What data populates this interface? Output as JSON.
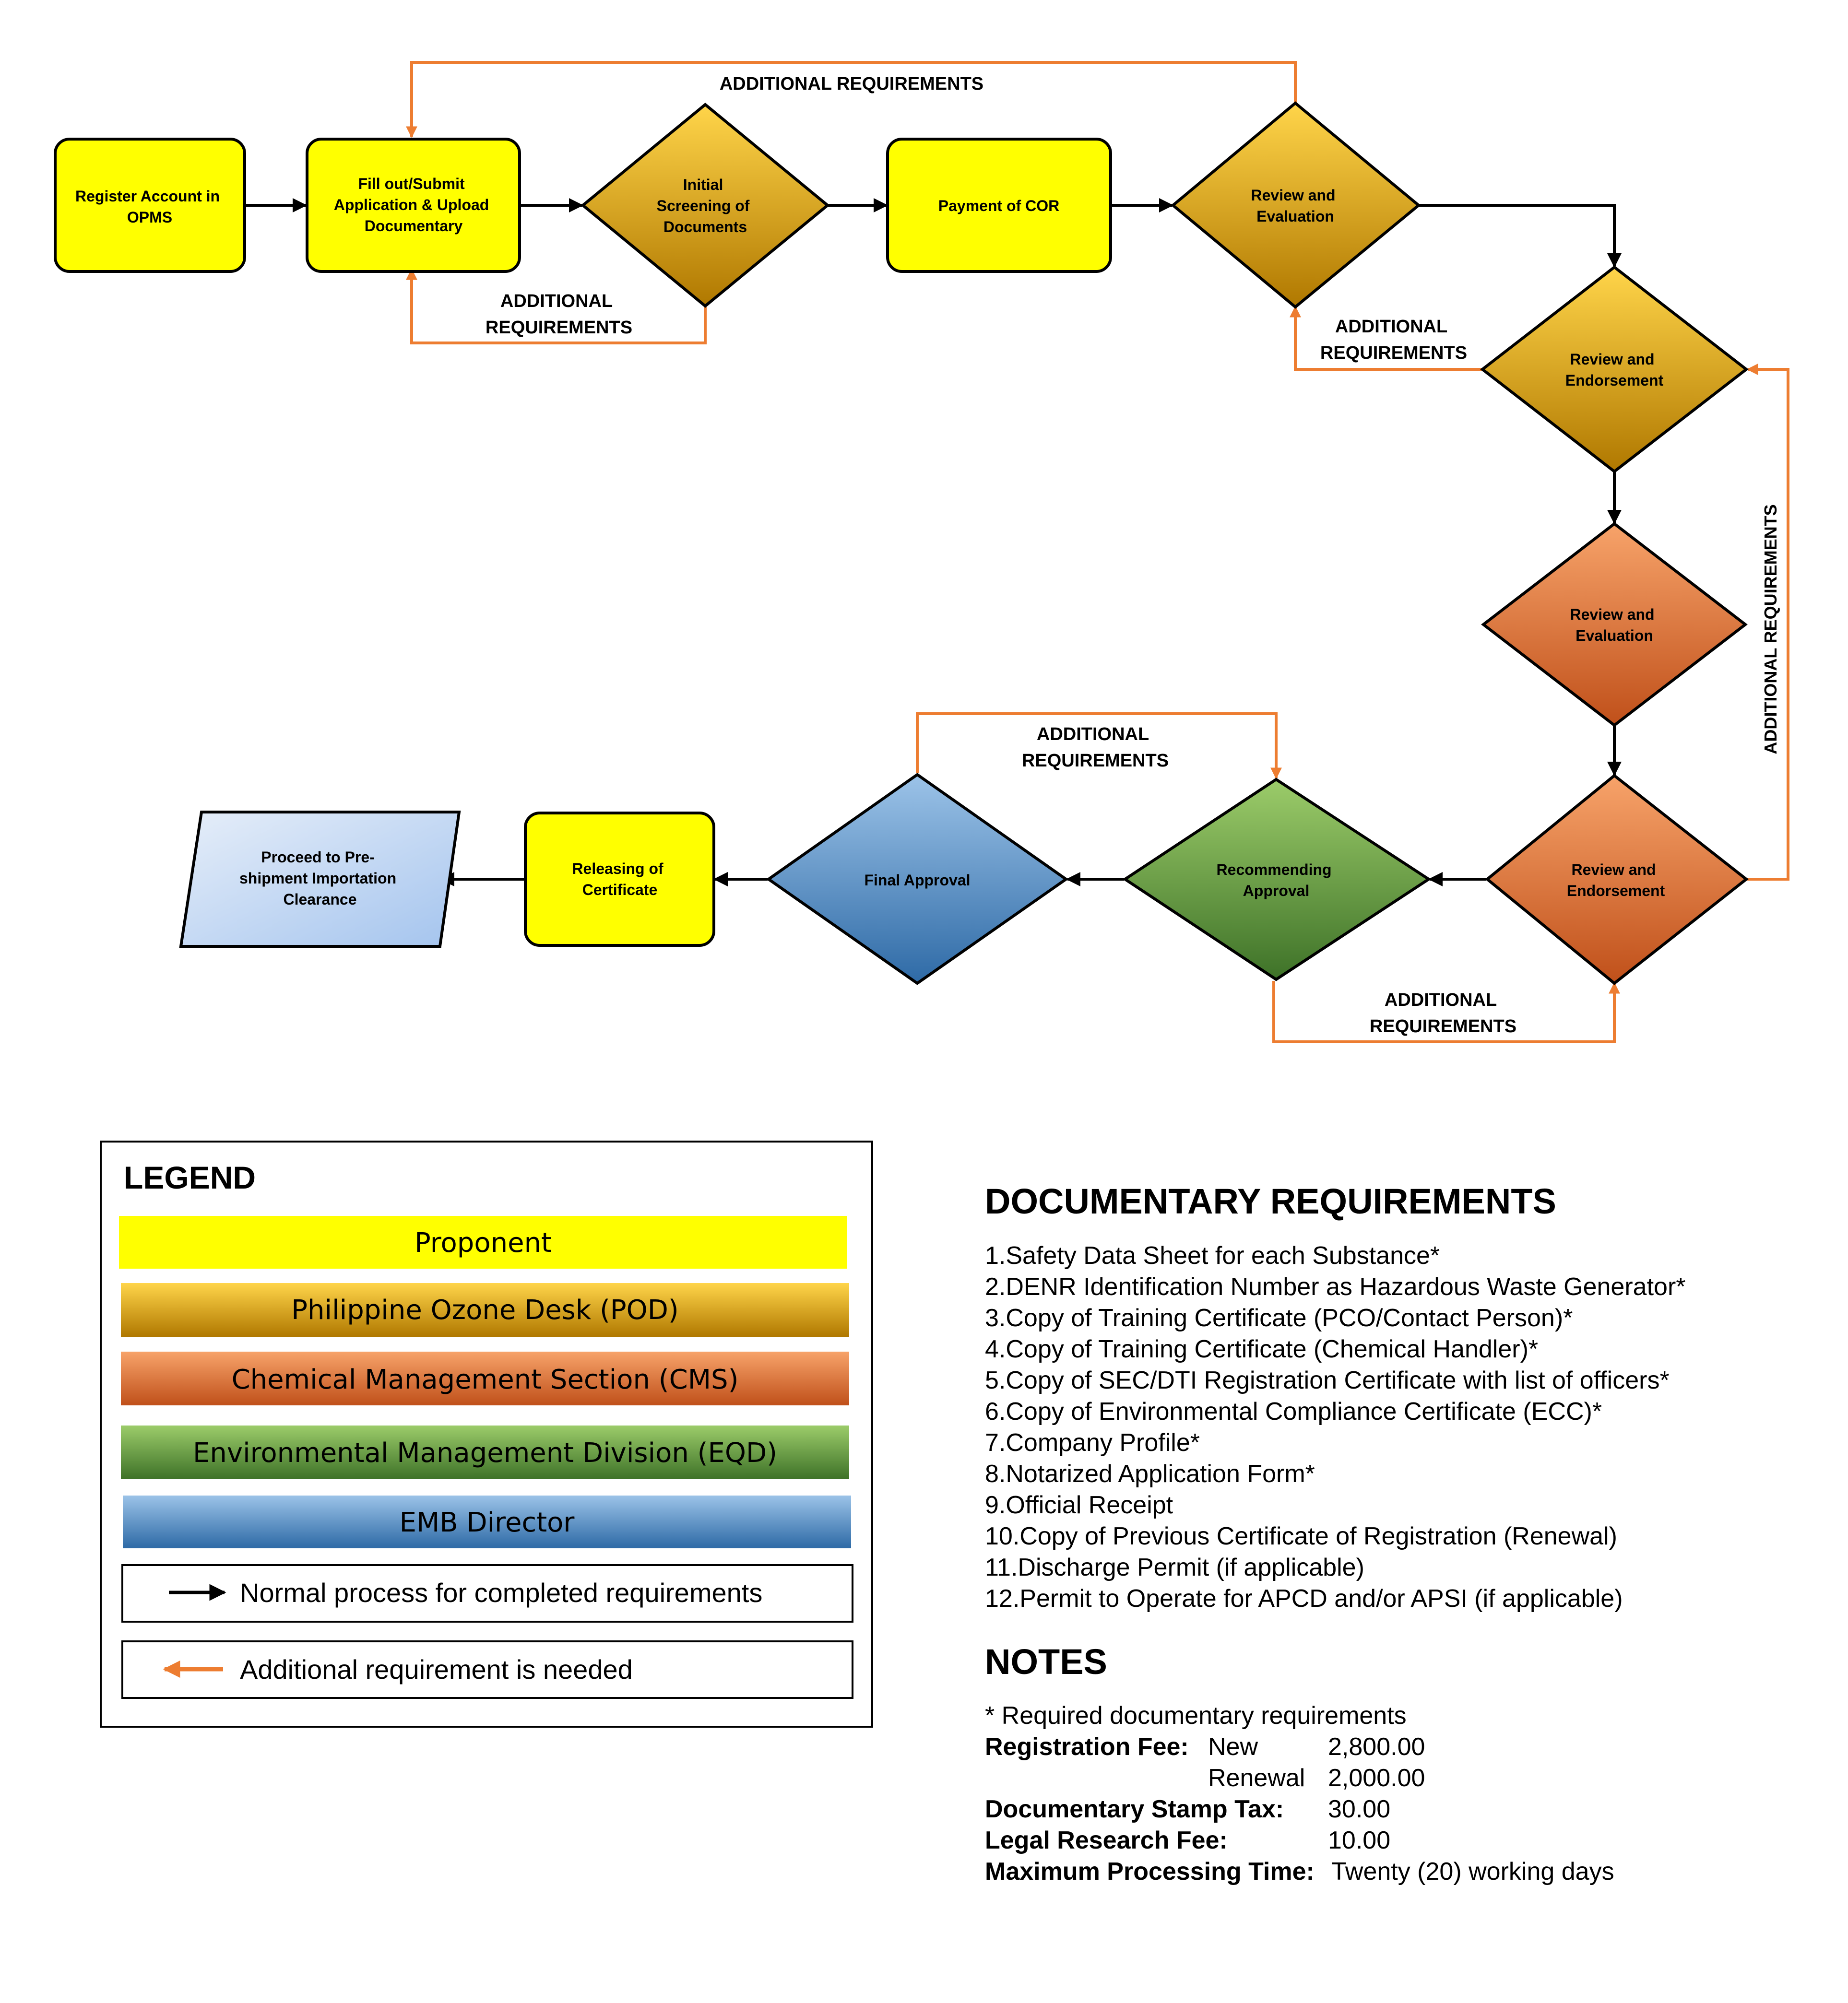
{
  "colors": {
    "proponent": "#ffff00",
    "pod_top": "#ffd54a",
    "pod_bottom": "#b07800",
    "cms_top": "#f7a36a",
    "cms_bottom": "#c0501a",
    "eqd_top": "#9ccc6a",
    "eqd_bottom": "#3e7228",
    "emb_top": "#9cc3e8",
    "emb_bottom": "#2e6aa6",
    "additional_arrow": "#ed7d31",
    "normal_arrow": "#000000"
  },
  "nodes": {
    "register": [
      "Register Account in",
      "OPMS"
    ],
    "fill_out": [
      "Fill out/Submit",
      "Application & Upload",
      "Documentary"
    ],
    "initial_screening": [
      "Initial",
      "Screening of",
      "Documents"
    ],
    "payment": [
      "Payment of COR"
    ],
    "review_eval_pod": [
      "Review and",
      "Evaluation"
    ],
    "review_endorse_pod": [
      "Review and",
      "Endorsement"
    ],
    "review_eval_cms": [
      "Review and",
      "Evaluation"
    ],
    "review_endorse_cms": [
      "Review and",
      "Endorsement"
    ],
    "recommending": [
      "Recommending",
      "Approval"
    ],
    "final_approval": [
      "Final Approval"
    ],
    "releasing": [
      "Releasing of",
      "Certificate"
    ],
    "proceed": [
      "Proceed to Pre-",
      "shipment Importation",
      "Clearance"
    ]
  },
  "loop_labels": {
    "top": [
      "ADDITIONAL REQUIREMENTS"
    ],
    "screening": [
      "ADDITIONAL",
      "REQUIREMENTS"
    ],
    "review_pod": [
      "ADDITIONAL",
      "REQUIREMENTS"
    ],
    "side": [
      "ADDITIONAL REQUIREMENTS"
    ],
    "final": [
      "ADDITIONAL",
      "REQUIREMENTS"
    ],
    "recommending": [
      "ADDITIONAL",
      "REQUIREMENTS"
    ]
  },
  "legend": {
    "title": "LEGEND",
    "proponent": "Proponent",
    "pod": "Philippine Ozone Desk (POD)",
    "cms": "Chemical Management Section (CMS)",
    "eqd": "Environmental Management Division (EQD)",
    "emb": "EMB Director",
    "normal": "Normal process for completed requirements",
    "additional": "Additional requirement is needed"
  },
  "requirements": {
    "title": "DOCUMENTARY REQUIREMENTS",
    "items": [
      "1.Safety Data Sheet for each Substance*",
      "2.DENR Identification Number as Hazardous Waste Generator*",
      "3.Copy of Training Certificate (PCO/Contact Person)*",
      "4.Copy of Training Certificate (Chemical Handler)*",
      "5.Copy of SEC/DTI Registration Certificate with list of officers*",
      "6.Copy of Environmental Compliance Certificate (ECC)*",
      "7.Company Profile*",
      "8.Notarized Application Form*",
      "9.Official Receipt",
      "10.Copy of Previous Certificate of Registration (Renewal)",
      "11.Discharge Permit (if applicable)",
      "12.Permit to Operate for APCD and/or APSI (if applicable)"
    ]
  },
  "notes": {
    "title": "NOTES",
    "required": "* Required documentary requirements",
    "reg_fee_label": "Registration Fee:",
    "new_label": "New",
    "new_value": "2,800.00",
    "renewal_label": "Renewal",
    "renewal_value": "2,000.00",
    "stamp_label": "Documentary Stamp Tax:",
    "stamp_value": "30.00",
    "research_label": "Legal Research Fee:",
    "research_value": "10.00",
    "time_label": "Maximum Processing Time:",
    "time_value": "Twenty (20) working days"
  }
}
